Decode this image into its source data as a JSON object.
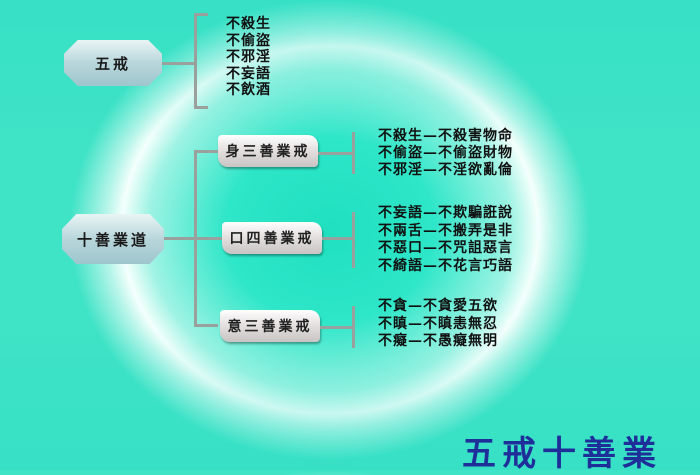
{
  "colors": {
    "background_center": "#1fe0c0",
    "ring": "#f4fffc",
    "title_color": "#1f2f9a",
    "text_color": "#111111",
    "connector": "#9aa09c"
  },
  "five_precepts": {
    "label": "五戒",
    "items": [
      "不殺生",
      "不偷盜",
      "不邪淫",
      "不妄語",
      "不飲酒"
    ]
  },
  "ten_good_deeds": {
    "label": "十善業道",
    "groups": [
      {
        "label": "身三善業戒",
        "items": [
          "不殺生—不殺害物命",
          "不偷盜—不偷盜財物",
          "不邪淫—不淫欲亂倫"
        ]
      },
      {
        "label": "口四善業戒",
        "items": [
          "不妄語—不欺騙誑說",
          "不兩舌—不搬弄是非",
          "不惡口—不咒詛惡言",
          "不綺語—不花言巧語"
        ]
      },
      {
        "label": "意三善業戒",
        "items": [
          "不貪—不貪愛五欲",
          "不瞋—不瞋恚無忍",
          "不癡—不愚癡無明"
        ]
      }
    ]
  },
  "title": "五戒十善業"
}
